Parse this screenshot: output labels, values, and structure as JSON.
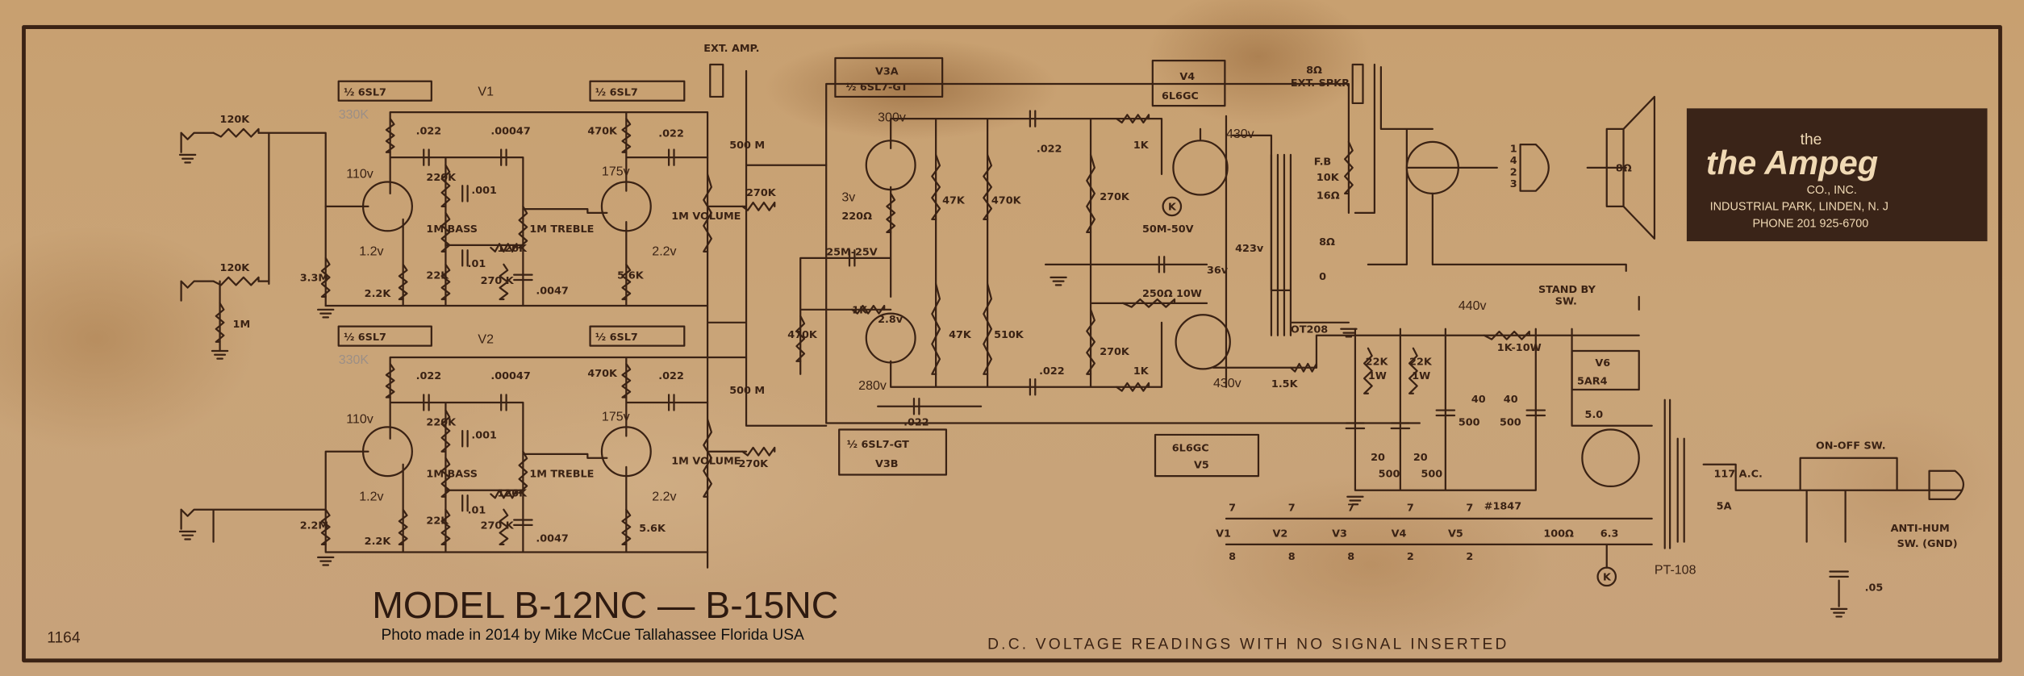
{
  "title": "MODEL B-12NC — B-15NC",
  "credit": "Photo made in 2014 by Mike McCue Tallahassee Florida USA",
  "footer_note": "D.C. VOLTAGE READINGS WITH NO SIGNAL INSERTED",
  "drawing_number": "1164",
  "ink_color": "#3a2214",
  "paper_color": "#c9a478",
  "logo": {
    "brand": "the Ampeg",
    "company": "CO., INC.",
    "address": "INDUSTRIAL PARK, LINDEN, N. J",
    "phone": "PHONE 201 925-6700",
    "background": "#3a2418"
  },
  "v1": {
    "label": "V1",
    "tube_a": "½ 6SL7",
    "tube_b": "½ 6SL7",
    "pencil_note": "330K",
    "in_r1": "120K",
    "in_r2": "120K",
    "in_r3": "1M",
    "grid_r": "3.3M",
    "plate_v": "110v",
    "coupling": ".022",
    "tone_cap": ".00047",
    "r220": "220K",
    "c001": ".001",
    "bass": "1M BASS",
    "r120": "120K",
    "treble": "1M TREBLE",
    "c01": ".01",
    "r270": "270 K",
    "r22": "22K",
    "c0047": ".0047",
    "cath_v": "1.2v",
    "cath_r": "2.2K",
    "plate_r2": "470K",
    "plate_v2": "175v",
    "coupling2": ".022",
    "cath_v2": "2.2v",
    "cath_r2": "5.6K",
    "volume": "1M VOLUME",
    "bright": "500 M",
    "mix_r": "270K"
  },
  "v2": {
    "label": "V2",
    "tube_a": "½ 6SL7",
    "tube_b": "½ 6SL7",
    "pencil_note": "330K",
    "grid_r": "2.2M",
    "plate_v": "110v",
    "coupling": ".022",
    "tone_cap": ".00047",
    "r220": "220K",
    "c001": ".001",
    "bass": "1M BASS",
    "r120": "120K",
    "treble": "1M TREBLE",
    "c01": ".01",
    "r270": "270 K",
    "r22": "22K",
    "c0047": ".0047",
    "cath_v": "1.2v",
    "cath_r": "2.2K",
    "plate_r2": "470K",
    "plate_v2": "175v",
    "coupling2": ".022",
    "cath_v2": "2.2v",
    "cath_r2": "5.6K",
    "volume": "1M VOLUME",
    "bright": "500 M",
    "mix_r": "270K"
  },
  "ext_amp": "EXT. AMP.",
  "v3": {
    "box_a": [
      "V3A",
      "½ 6SL7-GT"
    ],
    "box_b": [
      "½ 6SL7-GT",
      "V3B"
    ],
    "plate_v": "300v",
    "cath_v": "3v",
    "cath_r": "220Ω",
    "r47a": "47K",
    "r470a": "470K",
    "c022a": ".022",
    "elec": "25M-25V",
    "r1k": "1K",
    "v28": "2.8v",
    "r470b": "470K",
    "r47b": "47K",
    "r510": "510K",
    "plate_v2": "280v",
    "c022b": ".022",
    "c022c": ".022"
  },
  "power": {
    "v4_box": [
      "V4",
      "6L6GC"
    ],
    "v5_box": [
      "6L6GC",
      "V5"
    ],
    "grid_r1": "1K",
    "grid_r2": "1K",
    "bias_r1": "270K",
    "bias_r2": "270K",
    "bypass": "50M-50V",
    "cath_r": "250Ω 10W",
    "cath_v": "36v",
    "screen_v": "423v",
    "plate_v1": "430v",
    "plate_v2": "430v",
    "k": "K",
    "screen_r": "1.5K",
    "ext_spkr": [
      "8Ω",
      "EXT. SPKR"
    ],
    "fb": [
      "F.B",
      "10K"
    ],
    "tap16": "16Ω",
    "tap8": "8Ω",
    "tap0": "0",
    "ot": "OT208",
    "speaker": "8Ω",
    "socket_pins": [
      "1",
      "4",
      "2",
      "3"
    ]
  },
  "supply": {
    "b_plus": "440v",
    "r22a": [
      "22K",
      "1W"
    ],
    "r22b": [
      "22K",
      "1W"
    ],
    "r1k": "1K-10W",
    "c40a": [
      "40",
      "500"
    ],
    "c40b": [
      "40",
      "500"
    ],
    "c20a": [
      "20",
      "500"
    ],
    "c20b": [
      "20",
      "500"
    ],
    "standby": [
      "STAND BY",
      "SW."
    ],
    "v6_box": [
      "V6",
      "5AR4"
    ],
    "fil": "5.0",
    "pt": "PT-108",
    "ac": "117 A.C.",
    "fuse": "5A",
    "onoff": "ON-OFF SW.",
    "antihum": [
      "ANTI-HUM",
      "SW. (GND)"
    ],
    "cap05": ".05",
    "k": "K"
  },
  "heaters": {
    "tubes": [
      "V1",
      "V2",
      "V3",
      "V4",
      "V5"
    ],
    "top_pins": [
      "7",
      "7",
      "7",
      "7",
      "7"
    ],
    "bottom_pins": [
      "8",
      "8",
      "8",
      "2",
      "2"
    ],
    "lamp": "#1847",
    "balance_r": "100Ω",
    "voltage": "6.3"
  }
}
